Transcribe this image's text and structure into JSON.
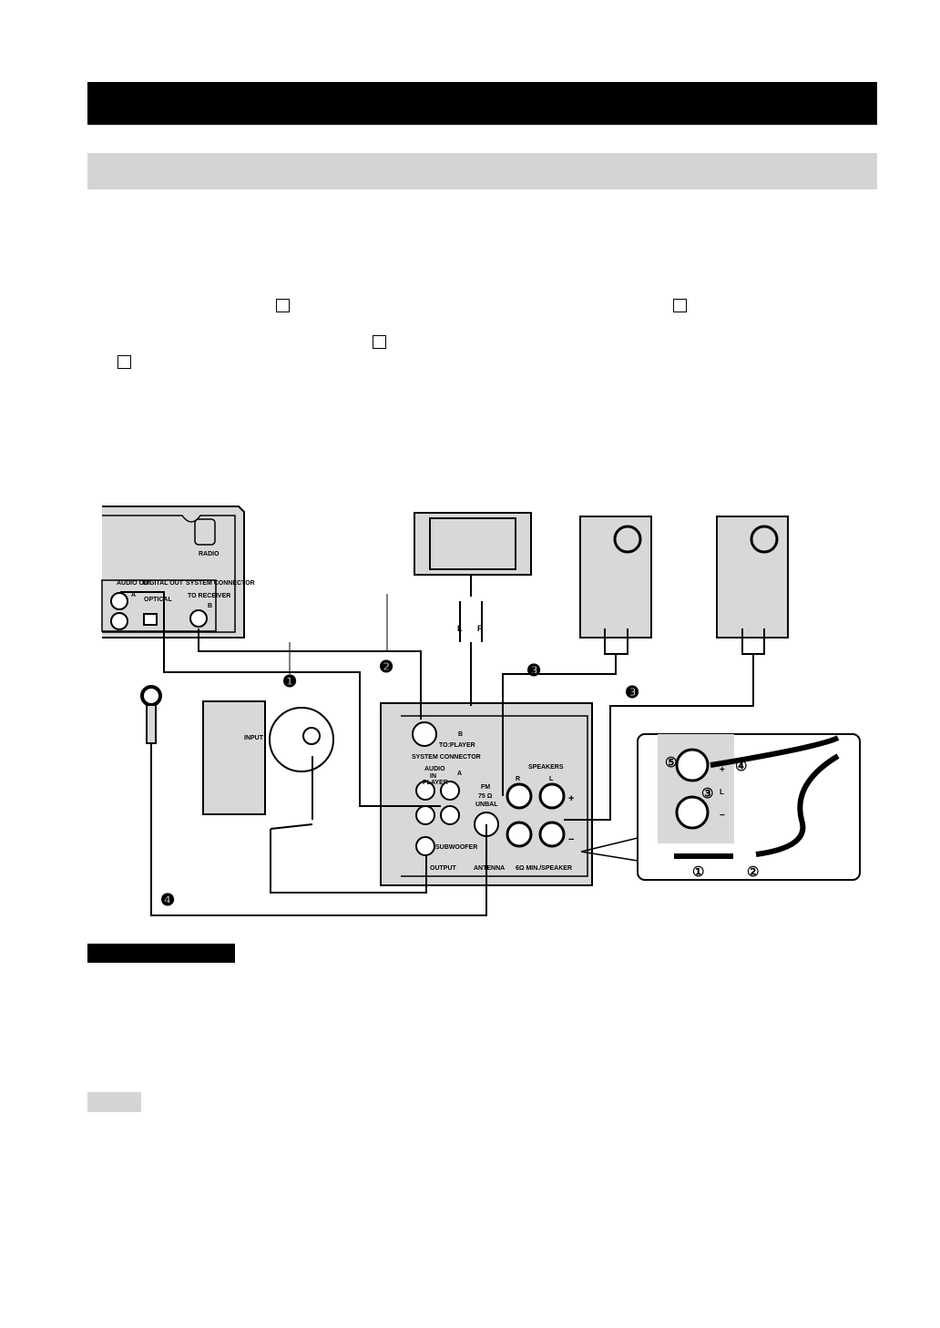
{
  "header": {
    "section_bar": "",
    "subsection_bar": ""
  },
  "diagram": {
    "player": {
      "audio_out": "AUDIO OUT",
      "digital_out": "DIGITAL OUT",
      "optical": "OPTICAL",
      "system_connector": "SYSTEM CONNECTOR",
      "to_receiver": "TO RECEIVER",
      "radio": "RADIO",
      "marker_a": "A",
      "marker_b": "B"
    },
    "tv_plug_left": "L",
    "tv_plug_right": "R",
    "subwoofer_input": "INPUT",
    "receiver": {
      "marker_b": "B",
      "to_player": "TO:PLAYER",
      "system_connector": "SYSTEM CONNECTOR",
      "audio": "AUDIO",
      "in": "IN",
      "player": "PLAYER",
      "marker_a": "A",
      "fm": "FM",
      "ohm": "75 Ω",
      "unbal": "UNBAL",
      "speakers": "SPEAKERS",
      "r": "R",
      "l": "L",
      "plus": "+",
      "minus": "−",
      "subwoofer": "SUBWOOFER",
      "output": "OUTPUT",
      "antenna": "ANTENNA",
      "min_speaker": "6Ω MIN./SPEAKER"
    },
    "callouts": [
      "❶",
      "❷",
      "❸",
      "❸",
      "❹"
    ],
    "steps": [
      "①",
      "②",
      "③",
      "④",
      "⑤"
    ],
    "inset_plus": "+",
    "inset_minus": "−",
    "inset_l": "L"
  },
  "caution_label": "",
  "note_label": ""
}
